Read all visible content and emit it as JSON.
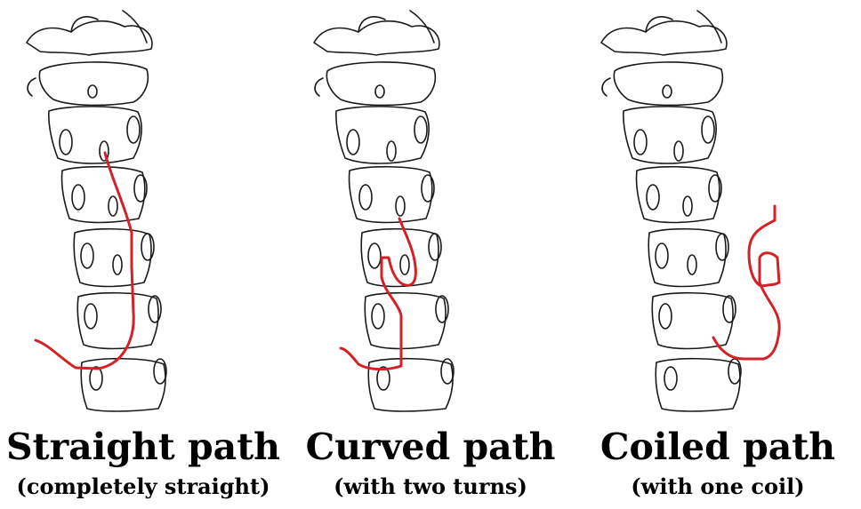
{
  "panels": [
    {
      "id": "straight",
      "title": "Straight path",
      "subtitle": "(completely straight)"
    },
    {
      "id": "curved",
      "title": "Curved path",
      "subtitle": "(with two turns)"
    },
    {
      "id": "coiled",
      "title": "Coiled path",
      "subtitle": "(with one coil)"
    }
  ],
  "colors": {
    "path": "#d42027",
    "line_art": "#1a1a1a",
    "background": "#ffffff"
  }
}
